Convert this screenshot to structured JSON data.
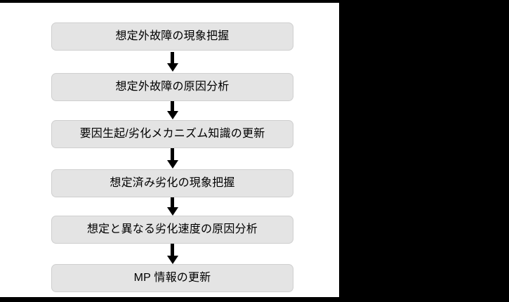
{
  "diagram": {
    "type": "vertical-flowchart",
    "orientation": "top-to-bottom",
    "background_color": "#ffffff",
    "frame_color": "#000000",
    "node_fill_color": "#e4e4e4",
    "node_border_color": "#cfcfcf",
    "arrow_color": "#000000",
    "text_color": "#000000",
    "node_count": 6,
    "arrow_count": 5,
    "nodes": [
      {
        "id": "node-1",
        "label": "想定外故障の現象把握"
      },
      {
        "id": "node-2",
        "label": "想定外故障の原因分析"
      },
      {
        "id": "node-3",
        "label": "要因生起/劣化メカニズム知識の更新"
      },
      {
        "id": "node-4",
        "label": "想定済み劣化の現象把握"
      },
      {
        "id": "node-5",
        "label": "想定と異なる劣化速度の原因分析"
      },
      {
        "id": "node-6",
        "label": "MP 情報の更新"
      }
    ],
    "edges": [
      {
        "id": "arrow-1",
        "from": "node-1",
        "to": "node-2",
        "icon": "arrow-down-icon"
      },
      {
        "id": "arrow-2",
        "from": "node-2",
        "to": "node-3",
        "icon": "arrow-down-icon"
      },
      {
        "id": "arrow-3",
        "from": "node-3",
        "to": "node-4",
        "icon": "arrow-down-icon"
      },
      {
        "id": "arrow-4",
        "from": "node-4",
        "to": "node-5",
        "icon": "arrow-down-icon"
      },
      {
        "id": "arrow-5",
        "from": "node-5",
        "to": "node-6",
        "icon": "arrow-down-icon"
      }
    ]
  }
}
